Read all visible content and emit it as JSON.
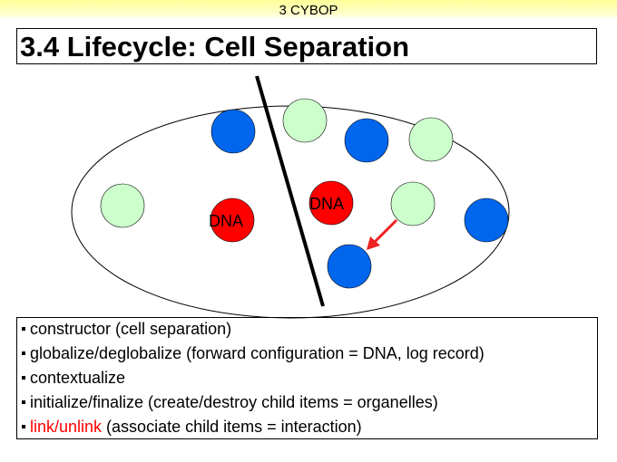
{
  "header": {
    "title": "3 CYBOP"
  },
  "slide": {
    "title": "3.4 Lifecycle: Cell Separation"
  },
  "diagram": {
    "dna_label_left": "DNA",
    "dna_label_right": "DNA",
    "colors": {
      "organelle_blue": "#0066ee",
      "organelle_green": "#ccffcc",
      "dna_red": "#ff0000",
      "arrow_red": "#ee2222"
    }
  },
  "bullets": [
    {
      "text": "constructor (cell separation)"
    },
    {
      "text": "globalize/deglobalize (forward configuration = DNA, log record)"
    },
    {
      "text": "contextualize"
    },
    {
      "text": "initialize/finalize (create/destroy child items = organelles)"
    },
    {
      "highlight": "link/unlink",
      "rest": " (associate child items = interaction)"
    }
  ]
}
